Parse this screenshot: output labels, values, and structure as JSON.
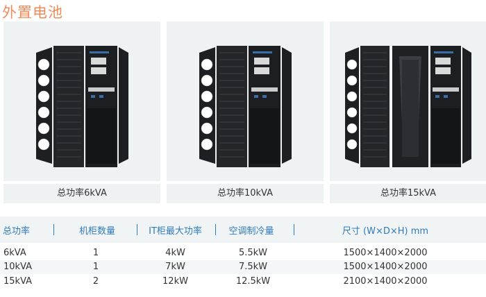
{
  "title": "外置电池",
  "cards": [
    {
      "caption": "总功率6kVA"
    },
    {
      "caption": "总功率10kVA"
    },
    {
      "caption": "总功率15kVA"
    }
  ],
  "table": {
    "headers": [
      "总功率",
      "机柜数量",
      "IT柜最大功率",
      "空调制冷量",
      "尺寸 (W×D×H) mm"
    ],
    "rows": [
      [
        "6kVA",
        "1",
        "4kW",
        "5.5kW",
        "1500×1400×2000"
      ],
      [
        "10kVA",
        "1",
        "7kW",
        "7.5kW",
        "1500×1400×2000"
      ],
      [
        "15kVA",
        "2",
        "12kW",
        "12.5kW",
        "2100×1400×2000"
      ]
    ]
  },
  "colors": {
    "title": "#ef8a5a",
    "header_text": "#2f7ab8",
    "card_bg": "#eef2f2"
  }
}
